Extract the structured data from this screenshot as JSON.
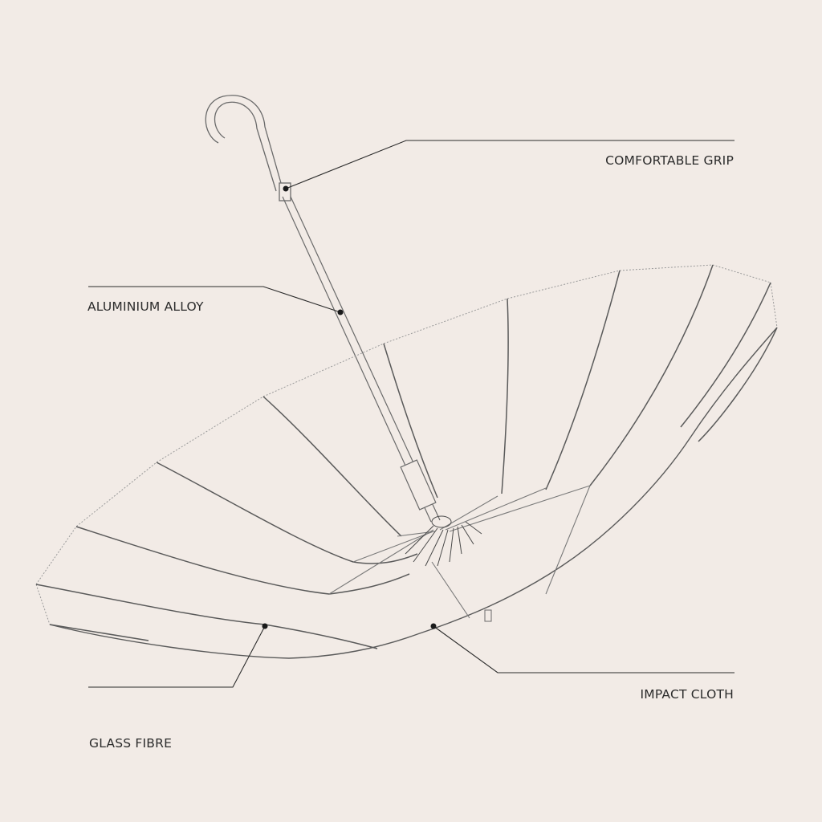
{
  "labels": {
    "comfortable_grip": "COMFORTABLE GRIP",
    "aluminium_alloy": "ALUMINIUM ALLOY",
    "impact_cloth": "IMPACT CLOTH",
    "glass_fibre": "GLASS FIBRE"
  },
  "colors": {
    "background": "#f2ebe6",
    "line": "#2b2b2b",
    "rib": "#5a5a5a",
    "dotted_edge": "#9a9a9a"
  }
}
